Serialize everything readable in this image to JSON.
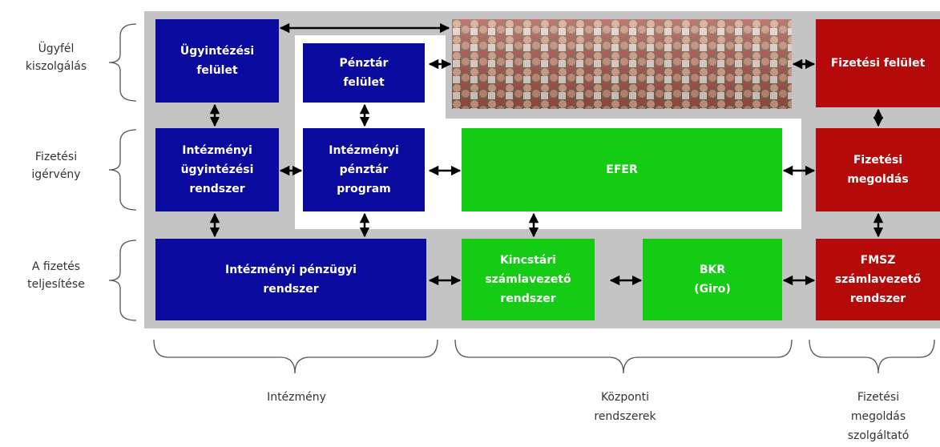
{
  "row_labels": {
    "customer_service": "Ügyfél\nkiszolgálás",
    "payment_claim": "Fizetési\nigérvény",
    "payment_fulfillment": "A fizetés\nteljesítése"
  },
  "boxes": {
    "ugyintezesi_felulet": "Ügyintézési\nfelület",
    "penztar_felulet": "Pénztár\nfelület",
    "fizetesi_felulet": "Fizetési felület",
    "intezmenyi_ugyintezesi": "Intézményi\nügyintézési\nrendszer",
    "intezmenyi_penztar": "Intézményi\npénztár\nprogram",
    "efer": "EFER",
    "fizetesi_megoldas": "Fizetési\nmegoldás",
    "intezmenyi_penzugyi": "Intézményi pénzügyi\nrendszer",
    "kincstari": "Kincstári\nszámlavezető\nrendszer",
    "bkr": "BKR\n(Giro)",
    "fmsz": "FMSZ\nszámlavezető\nrendszer"
  },
  "column_labels": {
    "intezmeny": "Intézmény",
    "kozponti": "Központi\nrendszerek",
    "szolgaltato": "Fizetési\nmegoldás\nszolgáltató"
  },
  "colors": {
    "blue": "#0a0a9e",
    "green": "#14cc14",
    "red": "#b50a0a",
    "background": "#c4c4c4"
  },
  "icons": {
    "crowd_photo": "crowd-image"
  }
}
